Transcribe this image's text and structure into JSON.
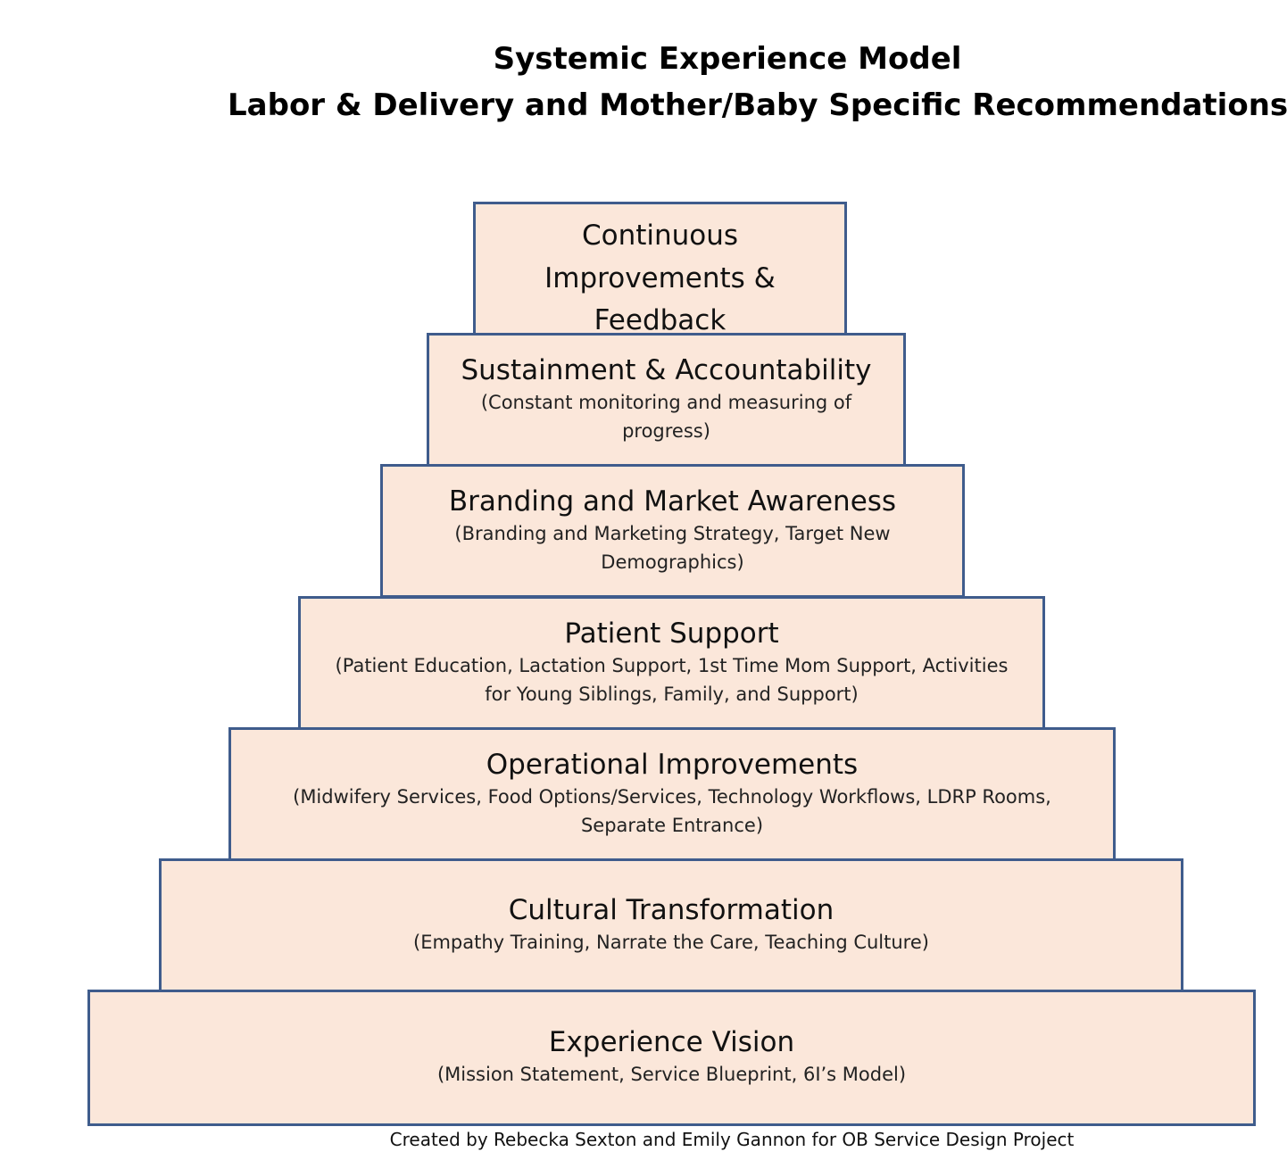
{
  "title": {
    "line1": "Systemic Experience Model",
    "line2": "Labor & Delivery and Mother/Baby Specific Recommendations"
  },
  "tiers": [
    {
      "heading": "Continuous Improvements & Feedback",
      "detail": ""
    },
    {
      "heading": "Sustainment & Accountability",
      "detail": "(Constant monitoring and measuring of progress)"
    },
    {
      "heading": "Branding and Market Awareness",
      "detail": "(Branding and Marketing Strategy, Target New Demographics)"
    },
    {
      "heading": "Patient Support",
      "detail": "(Patient Education, Lactation Support, 1st Time Mom Support, Activities for Young Siblings, Family, and Support)"
    },
    {
      "heading": "Operational Improvements",
      "detail": "(Midwifery Services, Food Options/Services, Technology Workflows, LDRP Rooms, Separate Entrance)"
    },
    {
      "heading": "Cultural Transformation",
      "detail": "(Empathy Training, Narrate the Care, Teaching Culture)"
    },
    {
      "heading": "Experience Vision",
      "detail": "(Mission Statement, Service Blueprint, 6I’s Model)"
    }
  ],
  "footer": "Created by Rebecka Sexton and Emily Gannon for OB Service Design Project",
  "colors": {
    "tier_fill": "#fbe7da",
    "tier_border": "#3f5c8c"
  }
}
